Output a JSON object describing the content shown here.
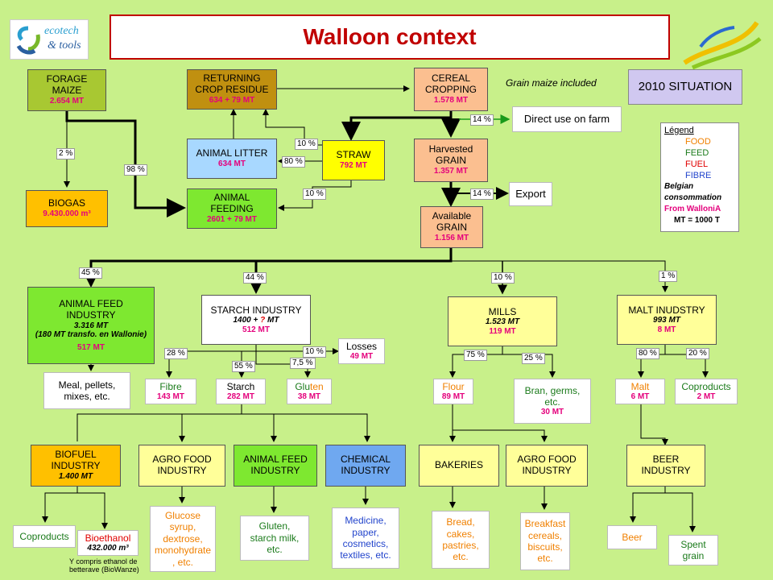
{
  "title": "Walloon context",
  "logo": {
    "text1": "ecotech",
    "text2": "& tools"
  },
  "situation": "2010 SITUATION",
  "grain_note": "Grain maize included",
  "legend": {
    "title": "Légend",
    "food": "FOOD",
    "feed": "FEED",
    "fuel": "FUEL",
    "fibre": "FIBRE",
    "line1": "Belgian",
    "line2": "consommation",
    "line3": "From WalloniA",
    "line4": "MT = 1000 T"
  },
  "nodes": {
    "forage": {
      "t": "FORAGE\nMAIZE",
      "v": "2.654 MT"
    },
    "returning": {
      "t": "RETURNING\nCROP RESIDUE",
      "v": "634 + 79 MT"
    },
    "cereal": {
      "t": "CEREAL\nCROPPING",
      "v": "1.578 MT"
    },
    "litter": {
      "t": "ANIMAL LITTER",
      "v": "634 MT"
    },
    "straw": {
      "t": "STRAW",
      "v": "792 MT"
    },
    "harvested": {
      "t": "Harvested\nGRAIN",
      "v": "1.357 MT"
    },
    "biogas": {
      "t": "BIOGAS",
      "v": "9.430.000 m³"
    },
    "feeding": {
      "t": "ANIMAL\nFEEDING",
      "v": "2601 + 79 MT"
    },
    "available": {
      "t": "Available\nGRAIN",
      "v": "1.156 MT"
    },
    "direct": {
      "t": "Direct use on farm"
    },
    "export": {
      "t": "Export"
    },
    "afi": {
      "t": "ANIMAL FEED\nINDUSTRY",
      "v1": "3.316 MT",
      "v2": "(180 MT transfo. en Wallonie)",
      "v": "517 MT"
    },
    "starch": {
      "t": "STARCH INDUSTRY",
      "v1a": "1400 + ",
      "v1b": "?",
      "v1c": " MT",
      "v": "512 MT"
    },
    "mills": {
      "t": "MILLS",
      "v1": "1.523 MT",
      "v": "119 MT"
    },
    "malt": {
      "t": "MALT INUDSTRY",
      "v1": "993 MT",
      "v": "8 MT"
    },
    "losses": {
      "t": "Losses",
      "v": "49 MT"
    },
    "meal": {
      "t": "Meal, pellets,\nmixes, etc."
    },
    "fibre": {
      "t": "Fibre",
      "v": "143 MT"
    },
    "starchp": {
      "t": "Starch",
      "v": "282 MT"
    },
    "gluten": {
      "t1": "Glu",
      "t2": "ten",
      "v": "38 MT"
    },
    "flour": {
      "t": "Flour",
      "v": "89 MT"
    },
    "bran": {
      "t": "Bran, germs,\netc.",
      "v": "30 MT"
    },
    "maltp": {
      "t": "Malt",
      "v": "6 MT"
    },
    "coprod_m": {
      "t": "Coproducts",
      "v": "2 MT"
    },
    "biofuel": {
      "t": "BIOFUEL\nINDUSTRY",
      "v1": "1.400 MT"
    },
    "agro1": {
      "t": "AGRO FOOD\nINDUSTRY"
    },
    "afi2": {
      "t": "ANIMAL FEED\nINDUSTRY"
    },
    "chem": {
      "t": "CHEMICAL\nINDUSTRY"
    },
    "bakeries": {
      "t": "BAKERIES"
    },
    "agro2": {
      "t": "AGRO FOOD\nINDUSTRY"
    },
    "beer_ind": {
      "t": "BEER\nINDUSTRY"
    },
    "coprod_b": {
      "t": "Coproducts"
    },
    "bioethanol": {
      "t": "Bioethanol",
      "v1": "432.000 m³"
    },
    "ethnote": {
      "t": "Y compris ethanol de\nbetterave (BioWanze)"
    },
    "glucose": {
      "t": "Glucose\nsyrup,\ndextrose,\nmonohydrate\n, etc."
    },
    "glutsm": {
      "t": "Gluten,\nstarch milk,\netc."
    },
    "medicine": {
      "t": "Medicine,\npaper,\ncosmetics,\ntextiles, etc."
    },
    "bread": {
      "t": "Bread,\ncakes,\npastries,\netc."
    },
    "breakfast": {
      "t": "Breakfast\ncereals,\nbiscuits,\netc."
    },
    "beer": {
      "t": "Beer"
    },
    "spent": {
      "t": "Spent\ngrain"
    }
  },
  "pcts": {
    "p2": "2 %",
    "p98": "98 %",
    "p10a": "10 %",
    "p80": "80 %",
    "p10b": "10 %",
    "p14a": "14 %",
    "p14b": "14 %",
    "p45": "45 %",
    "p44": "44 %",
    "p10c": "10 %",
    "p1": "1 %",
    "p28": "28 %",
    "p55": "55 %",
    "p75a": "7,5 %",
    "p10d": "10 %",
    "p75": "75 %",
    "p25": "25 %",
    "p80b": "80 %",
    "p20": "20 %"
  },
  "colors": {
    "bg": "#c8f08a",
    "forage": "#a8c832",
    "returning": "#c09010",
    "cereal": "#fbbf90",
    "litter": "#a8d8ff",
    "straw": "#ffff00",
    "biogas": "#ffc000",
    "feeding": "#7ee830",
    "food_box": "#ffff99",
    "biofuel": "#ffc000",
    "chem": "#6fa8f0"
  }
}
